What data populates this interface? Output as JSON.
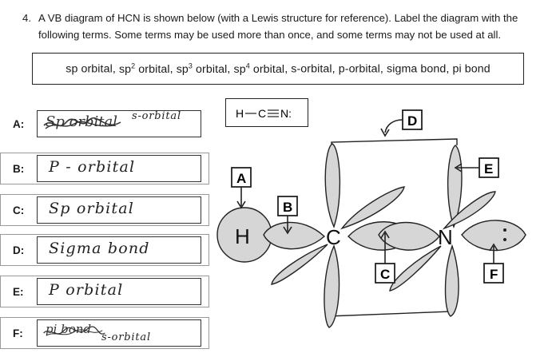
{
  "question": {
    "number": "4.",
    "text": "A VB diagram of HCN is shown below (with a Lewis structure for reference). Label the diagram with the following terms. Some terms may be used more than once, and some terms may not be used at all."
  },
  "terms": [
    {
      "base": "sp orbital",
      "sup": "",
      "after": ""
    },
    {
      "base": "sp",
      "sup": "2",
      "after": " orbital"
    },
    {
      "base": "sp",
      "sup": "3",
      "after": " orbital"
    },
    {
      "base": "sp",
      "sup": "4",
      "after": " orbital"
    },
    {
      "base": "s-orbital",
      "sup": "",
      "after": ""
    },
    {
      "base": "p-orbital",
      "sup": "",
      "after": ""
    },
    {
      "base": "sigma bond",
      "sup": "",
      "after": ""
    },
    {
      "base": "pi bond",
      "sup": "",
      "after": ""
    }
  ],
  "answers": [
    {
      "letter": "A:",
      "scribble": "Sp orbital",
      "text": "",
      "correction": "s-orbital"
    },
    {
      "letter": "B:",
      "scribble": "",
      "text": "P - orbital",
      "correction": ""
    },
    {
      "letter": "C:",
      "scribble": "",
      "text": "Sp orbital",
      "correction": ""
    },
    {
      "letter": "D:",
      "scribble": "",
      "text": "Sigma bond",
      "correction": ""
    },
    {
      "letter": "E:",
      "scribble": "",
      "text": "P orbital",
      "correction": ""
    },
    {
      "letter": "F:",
      "scribble": "pi bond",
      "text": "",
      "correction": "s-orbital"
    }
  ],
  "lewis": {
    "h": "H",
    "c": "C",
    "n": "N:"
  },
  "diagram": {
    "atoms": {
      "h": "H",
      "c": "C",
      "n": "N"
    },
    "labels": {
      "a": "A",
      "b": "B",
      "c": "C",
      "d": "D",
      "e": "E",
      "f": "F"
    }
  }
}
